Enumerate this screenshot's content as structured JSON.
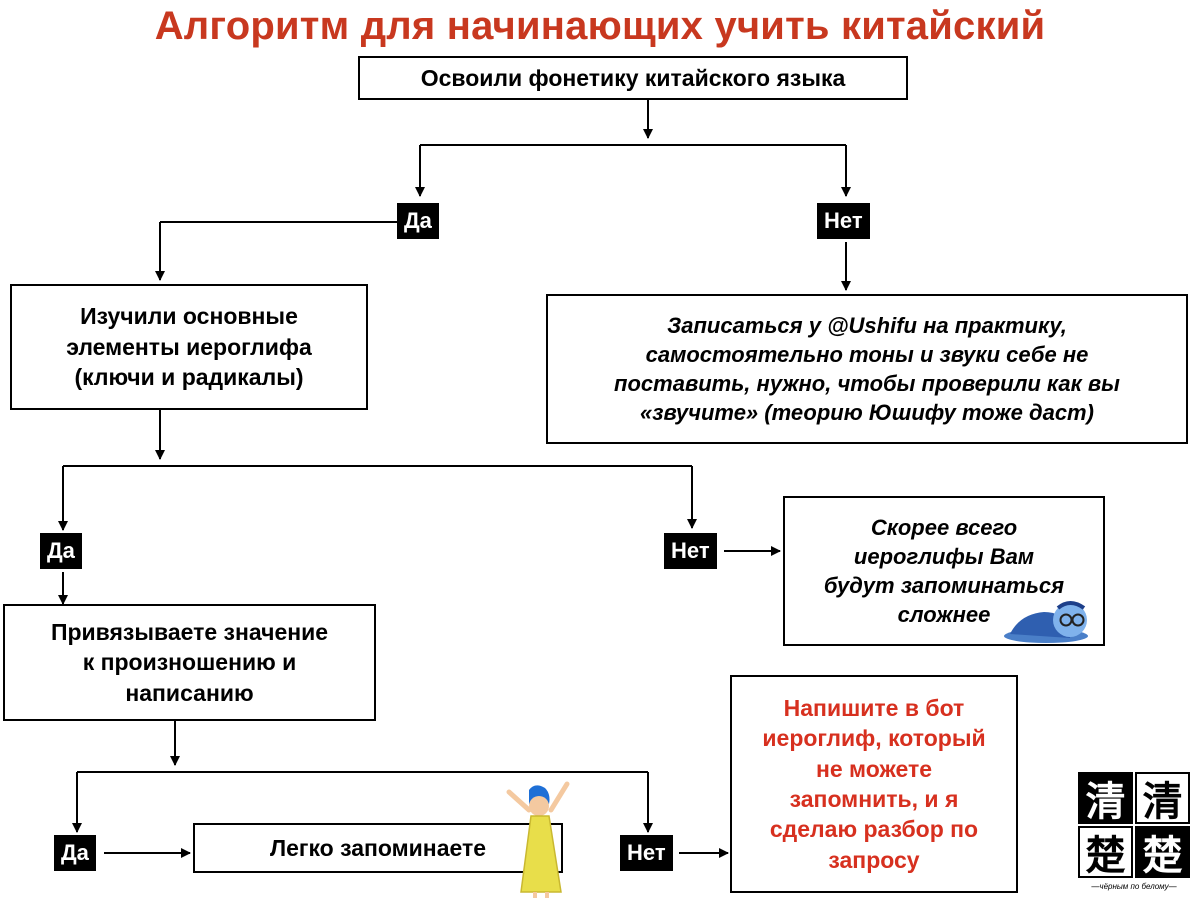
{
  "title": "Алгоритм для начинающих учить китайский",
  "nodes": {
    "phonetics": "Освоили фонетику китайского языка",
    "radicals": "Изучили основные\nэлементы иероглифа\n(ключи и радикалы)",
    "ushifu": "Записаться у @Ushifu на практику,\nсамостоятельно тоны и звуки себе не\nпоставить, нужно, чтобы проверили как вы\n«звучите» (теорию Юшифу тоже даст)",
    "harder": "Скорее всего\nиероглифы Вам\nбудут запоминаться\nсложнее",
    "link_meaning": "Привязываете значение\nк произношению и\nнаписанию",
    "easy": "Легко запоминаете",
    "bot": "Напишите в бот\nиероглиф, который\nне можете\nзапомнить, и я\nсделаю разбор по\nзапросу"
  },
  "labels": {
    "yes": "Да",
    "no": "Нет"
  },
  "logo": {
    "char_top": "清",
    "char_bottom": "楚",
    "tagline": "—чёрным по белому—"
  },
  "colors": {
    "title": "#c8381f",
    "highlight_text": "#d7301f",
    "label_bg": "#000000"
  },
  "icons": [
    "sad-character-icon",
    "joy-character-icon"
  ]
}
